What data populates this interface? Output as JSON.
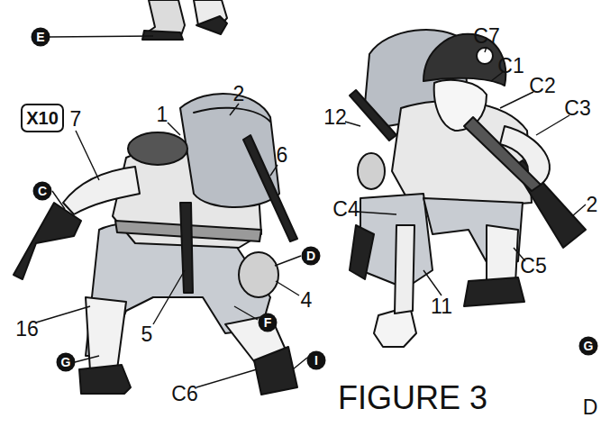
{
  "diagram": {
    "nodes": [
      {
        "text": [
          "E"
        ]
      },
      {
        "text": [
          "X10"
        ]
      },
      {
        "text": [
          "C"
        ]
      },
      {
        "text": [
          "D"
        ]
      },
      {
        "text": [
          "F"
        ]
      },
      {
        "text": [
          "G"
        ]
      },
      {
        "text": [
          "I"
        ]
      },
      {
        "text": [
          "G"
        ]
      }
    ],
    "labels": [
      "1",
      "2",
      "7",
      "6",
      "4",
      "16",
      "5",
      "C6",
      "C7",
      "C1",
      "C2",
      "C3",
      "12",
      "2",
      "C4",
      "C5",
      "11",
      "FIGURE 3",
      "D"
    ]
  }
}
